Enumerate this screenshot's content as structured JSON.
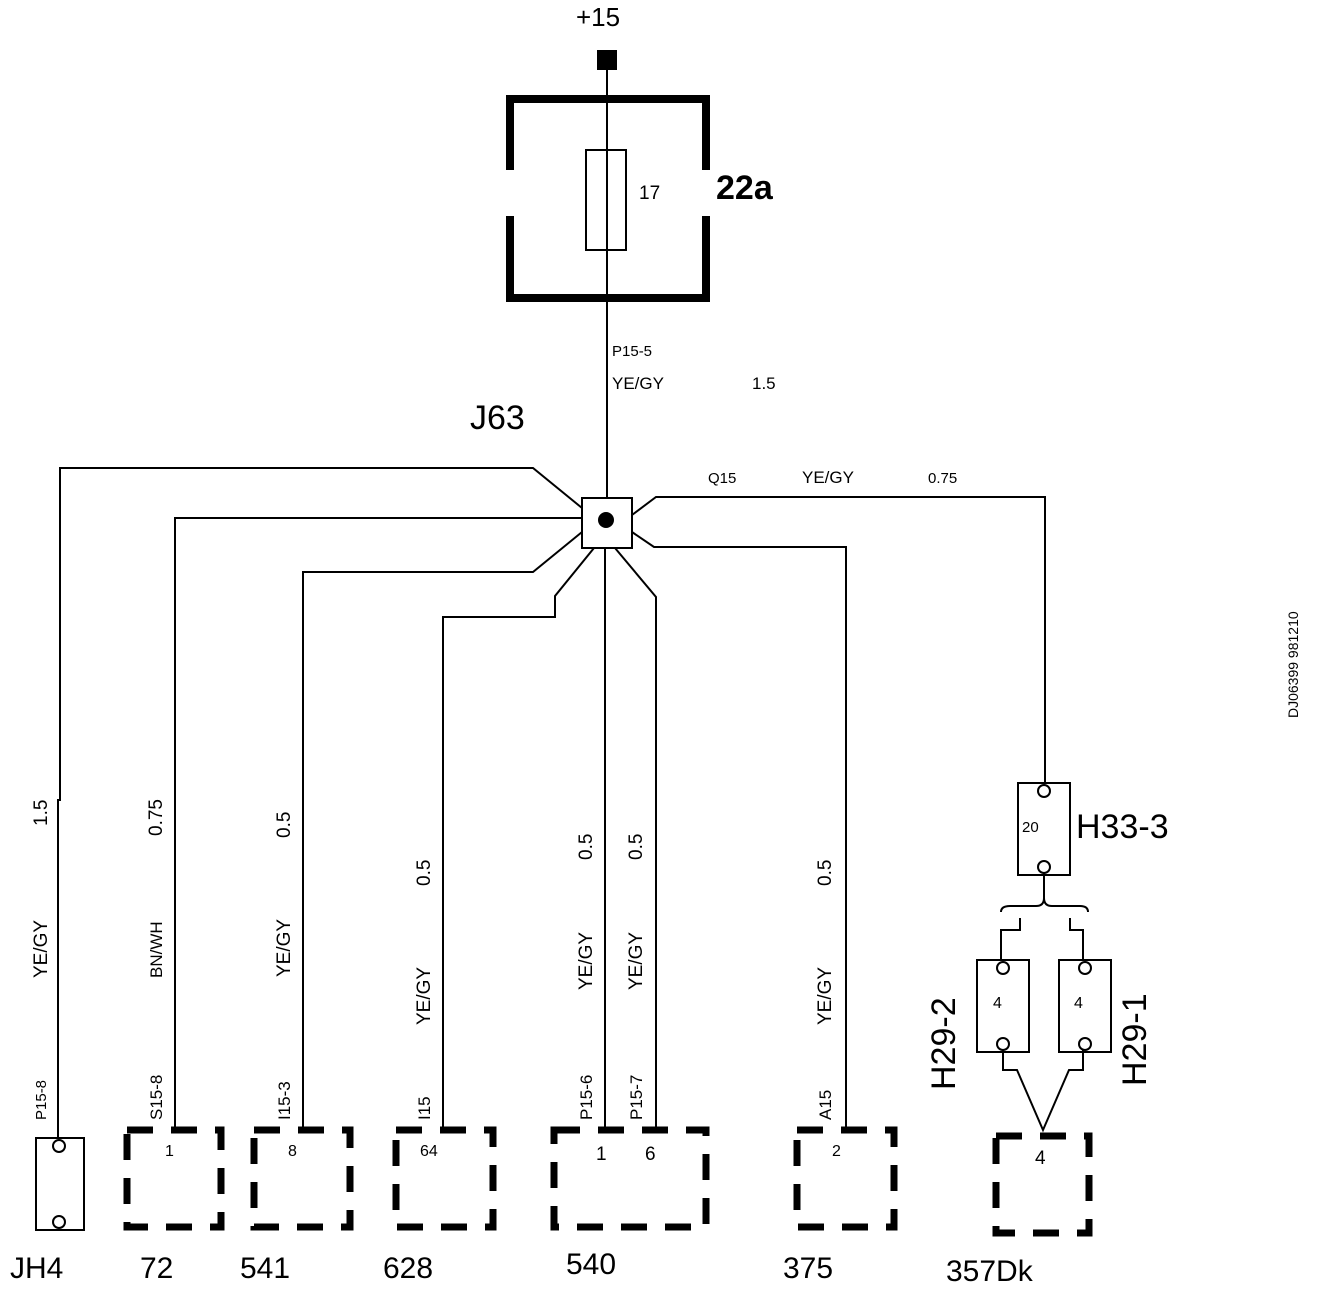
{
  "supply": {
    "label": "+15"
  },
  "fuse_box": {
    "label": "22a",
    "fuse_number": "17"
  },
  "main_wire": {
    "id": "P15-5",
    "color": "YE/GY",
    "gauge": "1.5"
  },
  "junction": {
    "label": "J63"
  },
  "q15_wire": {
    "id": "Q15",
    "color": "YE/GY",
    "gauge": "0.75"
  },
  "branches": [
    {
      "gauge": "1.5",
      "color": "YE/GY",
      "id": "P15-8"
    },
    {
      "gauge": "0.75",
      "color": "BN/WH",
      "id": "S15-8"
    },
    {
      "gauge": "0.5",
      "color": "YE/GY",
      "id": "I15-3"
    },
    {
      "gauge": "0.5",
      "color": "YE/GY",
      "id": "I15"
    },
    {
      "gauge": "0.5",
      "color": "YE/GY",
      "id": "P15-6"
    },
    {
      "gauge": "0.5",
      "color": "YE/GY",
      "id": "P15-7"
    },
    {
      "gauge": "0.5",
      "color": "YE/GY",
      "id": "A15"
    }
  ],
  "components": {
    "jh4": {
      "label": "JH4"
    },
    "c72": {
      "label": "72",
      "pin": "1"
    },
    "c541": {
      "label": "541",
      "pin": "8"
    },
    "c628": {
      "label": "628",
      "pin": "64"
    },
    "c540": {
      "label": "540",
      "pins": [
        "1",
        "6"
      ]
    },
    "c375": {
      "label": "375",
      "pin": "2"
    },
    "c357": {
      "label": "357Dk",
      "pin": "4"
    }
  },
  "connectors": {
    "h33": {
      "label": "H33-3",
      "pin": "20"
    },
    "h29_2": {
      "label": "H29-2",
      "pin": "4"
    },
    "h29_1": {
      "label": "H29-1",
      "pin": "4"
    }
  },
  "doc_id": "DJ06399 981210"
}
